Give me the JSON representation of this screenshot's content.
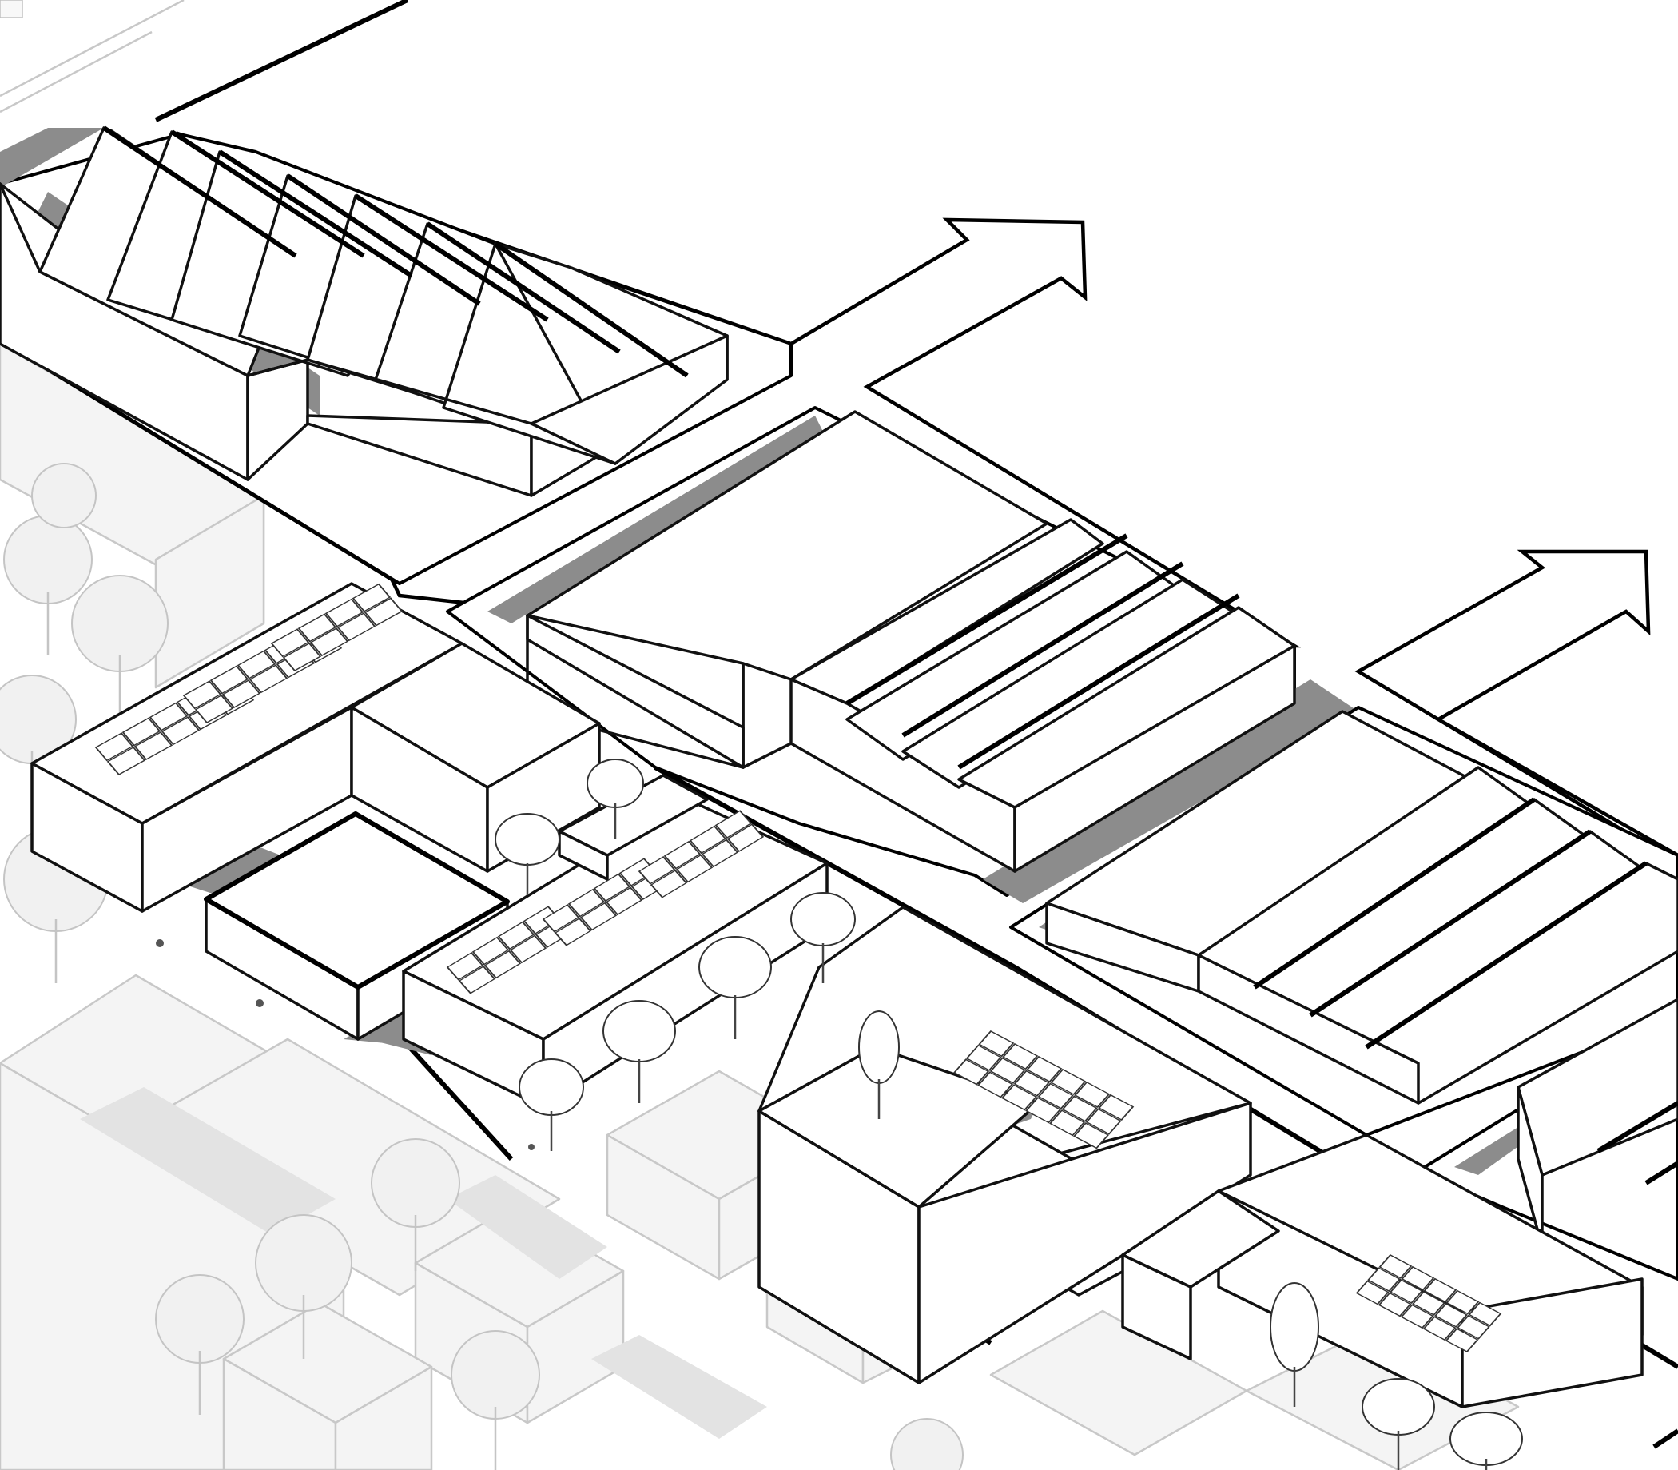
{
  "figure": {
    "kind": "axonometric urban massing diagram",
    "background": "#ffffff",
    "line_color": "#111111",
    "shadow_color": "#8c8c8c",
    "context_color": "#c8c8c8"
  },
  "elements": {
    "industrial_sheds": [
      "north-sawtooth-shed",
      "central-sawtooth-block",
      "east-sawtooth-block",
      "far-east-sawtooth-block"
    ],
    "solar_blocks": [
      "west-solar-block",
      "mid-solar-block",
      "south-solar-block",
      "southeast-solar-block"
    ],
    "flow_arrows": [
      "arrow-north",
      "arrow-east"
    ],
    "context": [
      "faint-housing-context",
      "street-trees"
    ]
  }
}
